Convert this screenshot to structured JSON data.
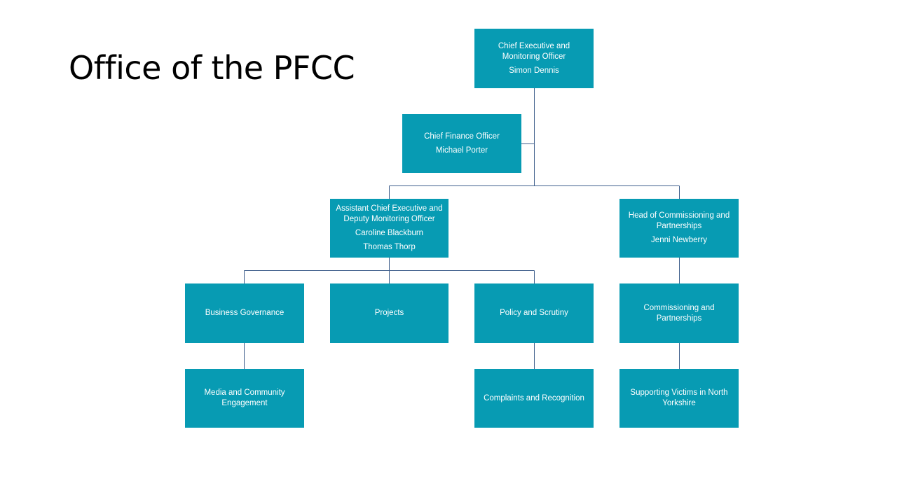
{
  "title": "Office of the PFCC",
  "colors": {
    "node_fill": "#079BB3",
    "node_text": "#FFFFFF",
    "connector": "#3F5F8C"
  },
  "nodes": {
    "chief_executive": {
      "lines": [
        "Chief Executive and",
        "Monitoring Officer"
      ],
      "name": "Simon Dennis"
    },
    "chief_finance": {
      "lines": [
        "Chief Finance Officer"
      ],
      "name": "Michael Porter"
    },
    "assistant_chief_executive": {
      "lines": [
        "Assistant Chief Executive and",
        "Deputy Monitoring Officer"
      ],
      "names": [
        "Caroline Blackburn",
        "Thomas Thorp"
      ]
    },
    "head_commissioning": {
      "lines": [
        "Head of Commissioning and",
        "Partnerships"
      ],
      "name": "Jenni Newberry"
    },
    "business_governance": {
      "lines": [
        "Business Governance"
      ]
    },
    "projects": {
      "lines": [
        "Projects"
      ]
    },
    "policy_scrutiny": {
      "lines": [
        "Policy and Scrutiny"
      ]
    },
    "commissioning_partnerships": {
      "lines": [
        "Commissioning and",
        "Partnerships"
      ]
    },
    "media_community": {
      "lines": [
        "Media and Community",
        "Engagement"
      ]
    },
    "complaints_recognition": {
      "lines": [
        "Complaints and Recognition"
      ]
    },
    "supporting_victims": {
      "lines": [
        "Supporting Victims in North",
        "Yorkshire"
      ]
    }
  }
}
